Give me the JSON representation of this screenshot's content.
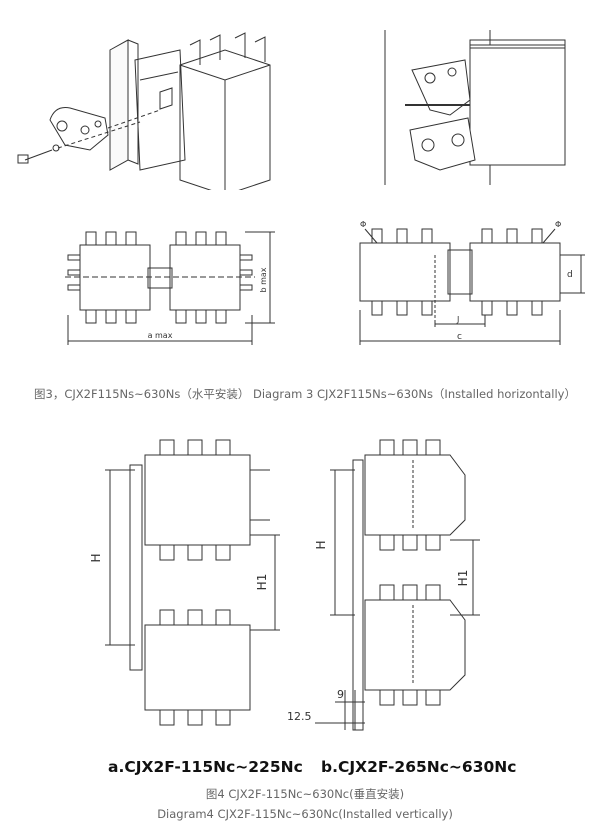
{
  "diagram3": {
    "left_dims": {
      "a": "a max",
      "b": "b max"
    },
    "right_dims": {
      "phi_left": "Φ",
      "phi_right": "Φ",
      "d": "d",
      "j": "J",
      "c": "c"
    },
    "caption": "图3，CJX2F115Ns~630Ns（水平安装） Diagram 3 CJX2F115Ns~630Ns（Installed horizontally）"
  },
  "diagram4": {
    "a": {
      "H": "H",
      "H1": "H1"
    },
    "b": {
      "H": "H",
      "H1": "H1",
      "dim9": "9",
      "dim12": "12.5"
    },
    "subtitle_a": "a.CJX2F-115Nc~225Nc",
    "subtitle_b": "b.CJX2F-265Nc~630Nc",
    "caption_cn": "图4 CJX2F-115Nc~630Nc(垂直安装)",
    "caption_en": "Diagram4 CJX2F-115Nc~630Nc(Installed vertically)"
  },
  "colors": {
    "line": "#333333",
    "caption": "#666666",
    "subtitle": "#111111"
  }
}
